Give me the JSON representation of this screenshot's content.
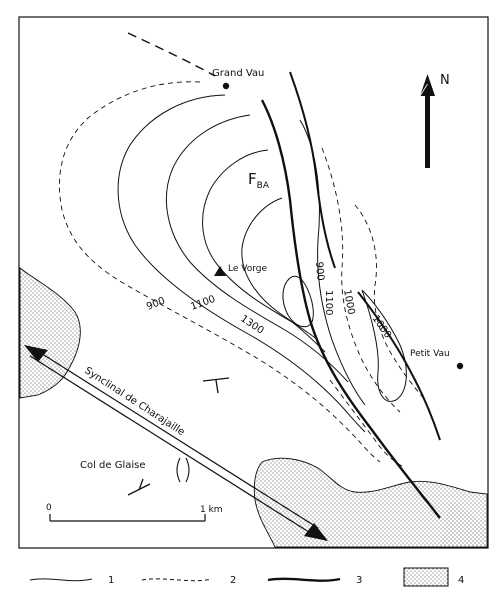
{
  "map": {
    "places": {
      "grand_vau": "Grand Vau",
      "le_vorge": "Le Vorge",
      "petit_vau": "Petit Vau",
      "col_de_glaise": "Col de Glaise"
    },
    "structure": {
      "fold_main": "F",
      "fold_sub": "BA",
      "syncline": "Synclinal de Charajaille"
    },
    "contours": {
      "c900": "900",
      "c1100": "1100",
      "c1300": "1300",
      "c900b": "900",
      "c1100b": "1100",
      "c1000a": "1000",
      "c1000b": "1000"
    },
    "north": "N",
    "scale": {
      "zero": "0",
      "one": "1 km"
    },
    "legend": [
      {
        "num": "1",
        "symbol": "thin solid line"
      },
      {
        "num": "2",
        "symbol": "dashed line"
      },
      {
        "num": "3",
        "symbol": "thick solid line"
      },
      {
        "num": "4",
        "symbol": "dotted area"
      }
    ]
  }
}
